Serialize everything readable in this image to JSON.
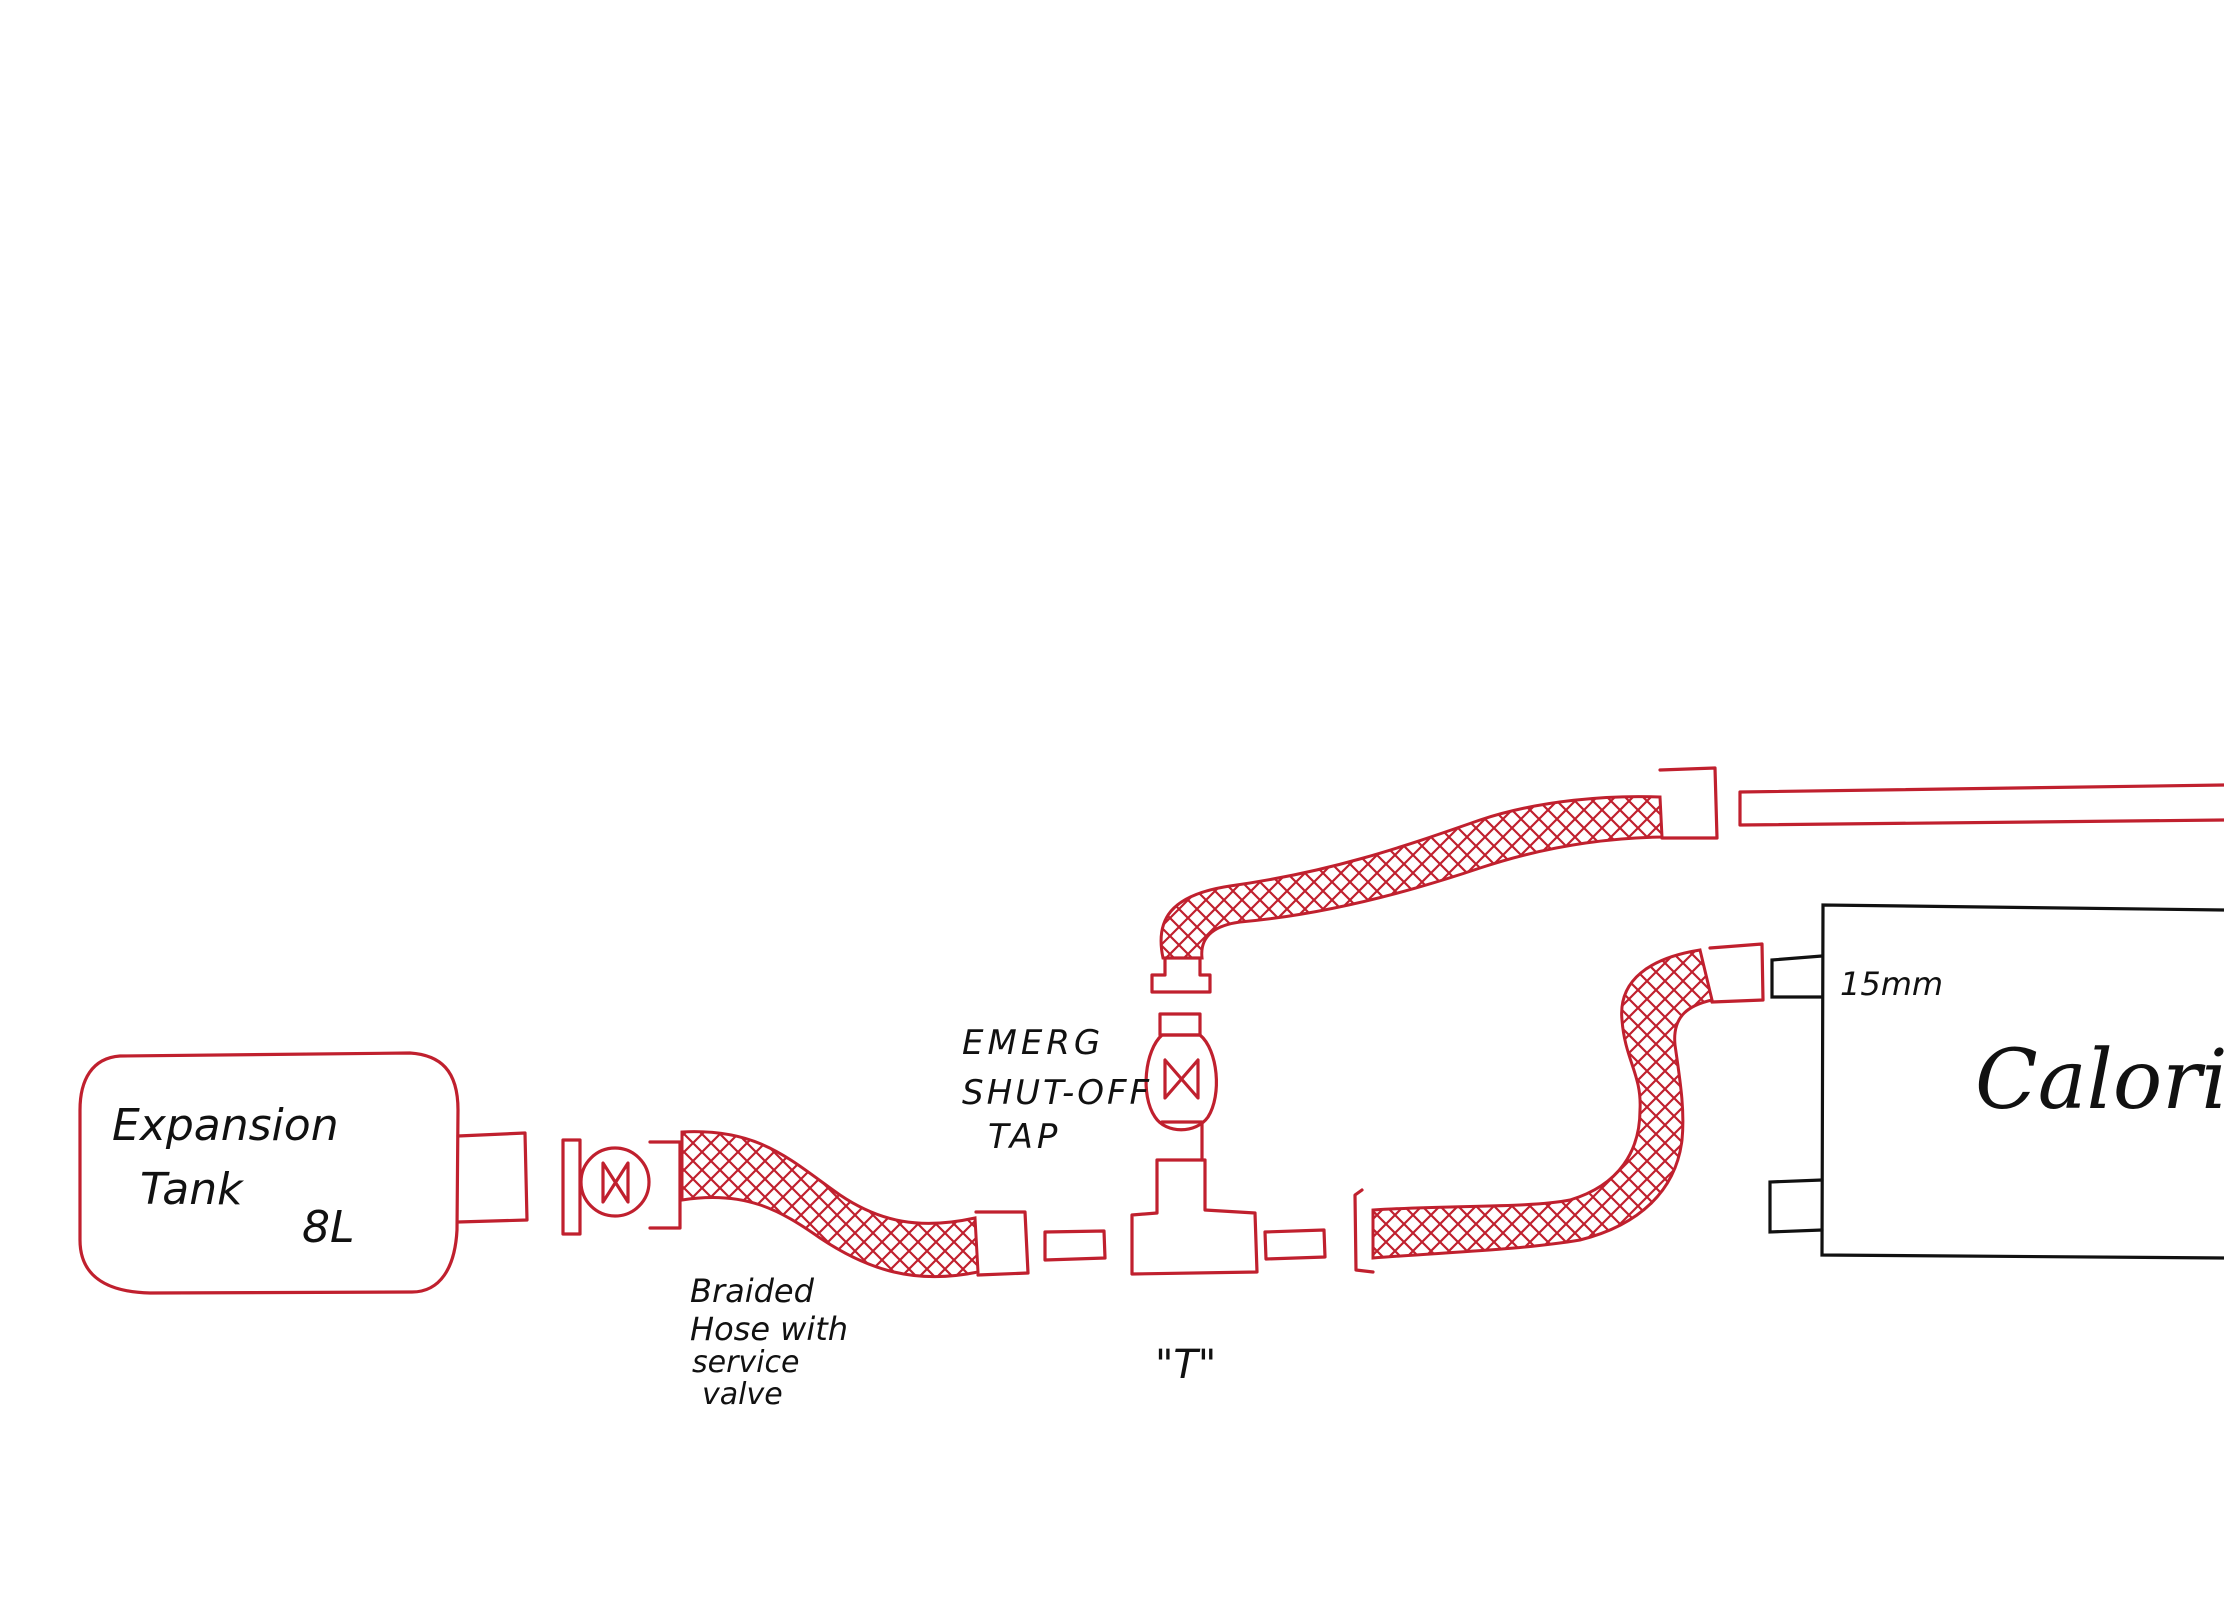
{
  "colors": {
    "hose_red": "#c0202e",
    "ink_black": "#111111",
    "paper": "#ffffff"
  },
  "labels": {
    "tank_line1": "Expansion",
    "tank_line2": "Tank",
    "tank_volume": "8L",
    "hose_line1": "Braided",
    "hose_line2": "Hose with",
    "hose_line3": "service",
    "hose_line4": "valve",
    "tap_line1": "EMERG",
    "tap_line2": "SHUT-OFF",
    "tap_line3": "TAP",
    "tee": "\"T\"",
    "port_size": "15mm",
    "unit_name": "Calori"
  },
  "icons": {
    "service_valve": "bowtie-valve-icon",
    "shutoff_valve": "bowtie-valve-icon"
  }
}
